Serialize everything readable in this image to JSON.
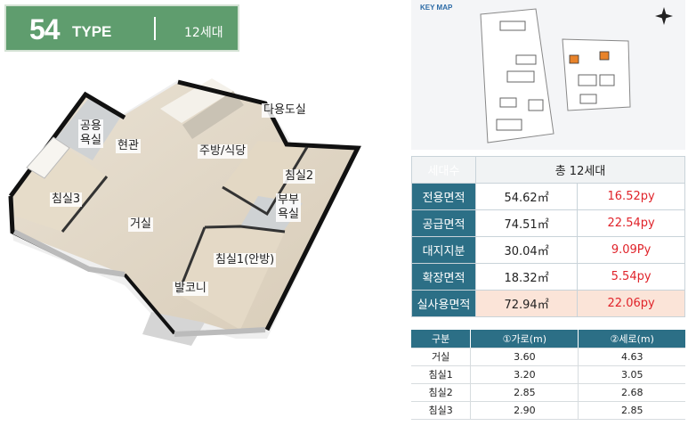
{
  "header": {
    "type_number": "54",
    "type_label": "TYPE",
    "units": "12세대"
  },
  "plan": {
    "rooms": [
      {
        "key": "public-bath",
        "label": "공용\n욕실"
      },
      {
        "key": "entrance",
        "label": "현관"
      },
      {
        "key": "kitchen",
        "label": "주방/식당"
      },
      {
        "key": "utility",
        "label": "다용도실"
      },
      {
        "key": "bedroom2",
        "label": "침실2"
      },
      {
        "key": "master-bath",
        "label": "부부\n욕실"
      },
      {
        "key": "bedroom3",
        "label": "침실3"
      },
      {
        "key": "living",
        "label": "거실"
      },
      {
        "key": "bedroom1",
        "label": "침실1(안방)"
      },
      {
        "key": "balcony",
        "label": "발코니"
      }
    ]
  },
  "keymap": {
    "title": "KEY MAP",
    "highlight_color": "#e8832a"
  },
  "area_table": {
    "header_label": "세대수",
    "header_value": "총 12세대",
    "rows": [
      {
        "label": "전용면적",
        "sqm": "54.62㎡",
        "py": "16.52py"
      },
      {
        "label": "공급면적",
        "sqm": "74.51㎡",
        "py": "22.54py"
      },
      {
        "label": "대지지분",
        "sqm": "30.04㎡",
        "py": "9.09Py"
      },
      {
        "label": "확장면적",
        "sqm": "18.32㎡",
        "py": "5.54py"
      },
      {
        "label": "실사용면적",
        "sqm": "72.94㎡",
        "py": "22.06py"
      }
    ]
  },
  "size_table": {
    "headers": [
      "구분",
      "①가로(m)",
      "②세로(m)"
    ],
    "rows": [
      [
        "거실",
        "3.60",
        "4.63"
      ],
      [
        "침실1",
        "3.20",
        "3.05"
      ],
      [
        "침실2",
        "2.85",
        "2.68"
      ],
      [
        "침실3",
        "2.90",
        "2.85"
      ]
    ]
  },
  "colors": {
    "banner": "#5f9d6e",
    "table_header": "#2c6f86",
    "accent_red": "#e0232a",
    "highlight_row": "#fbe4d8"
  }
}
